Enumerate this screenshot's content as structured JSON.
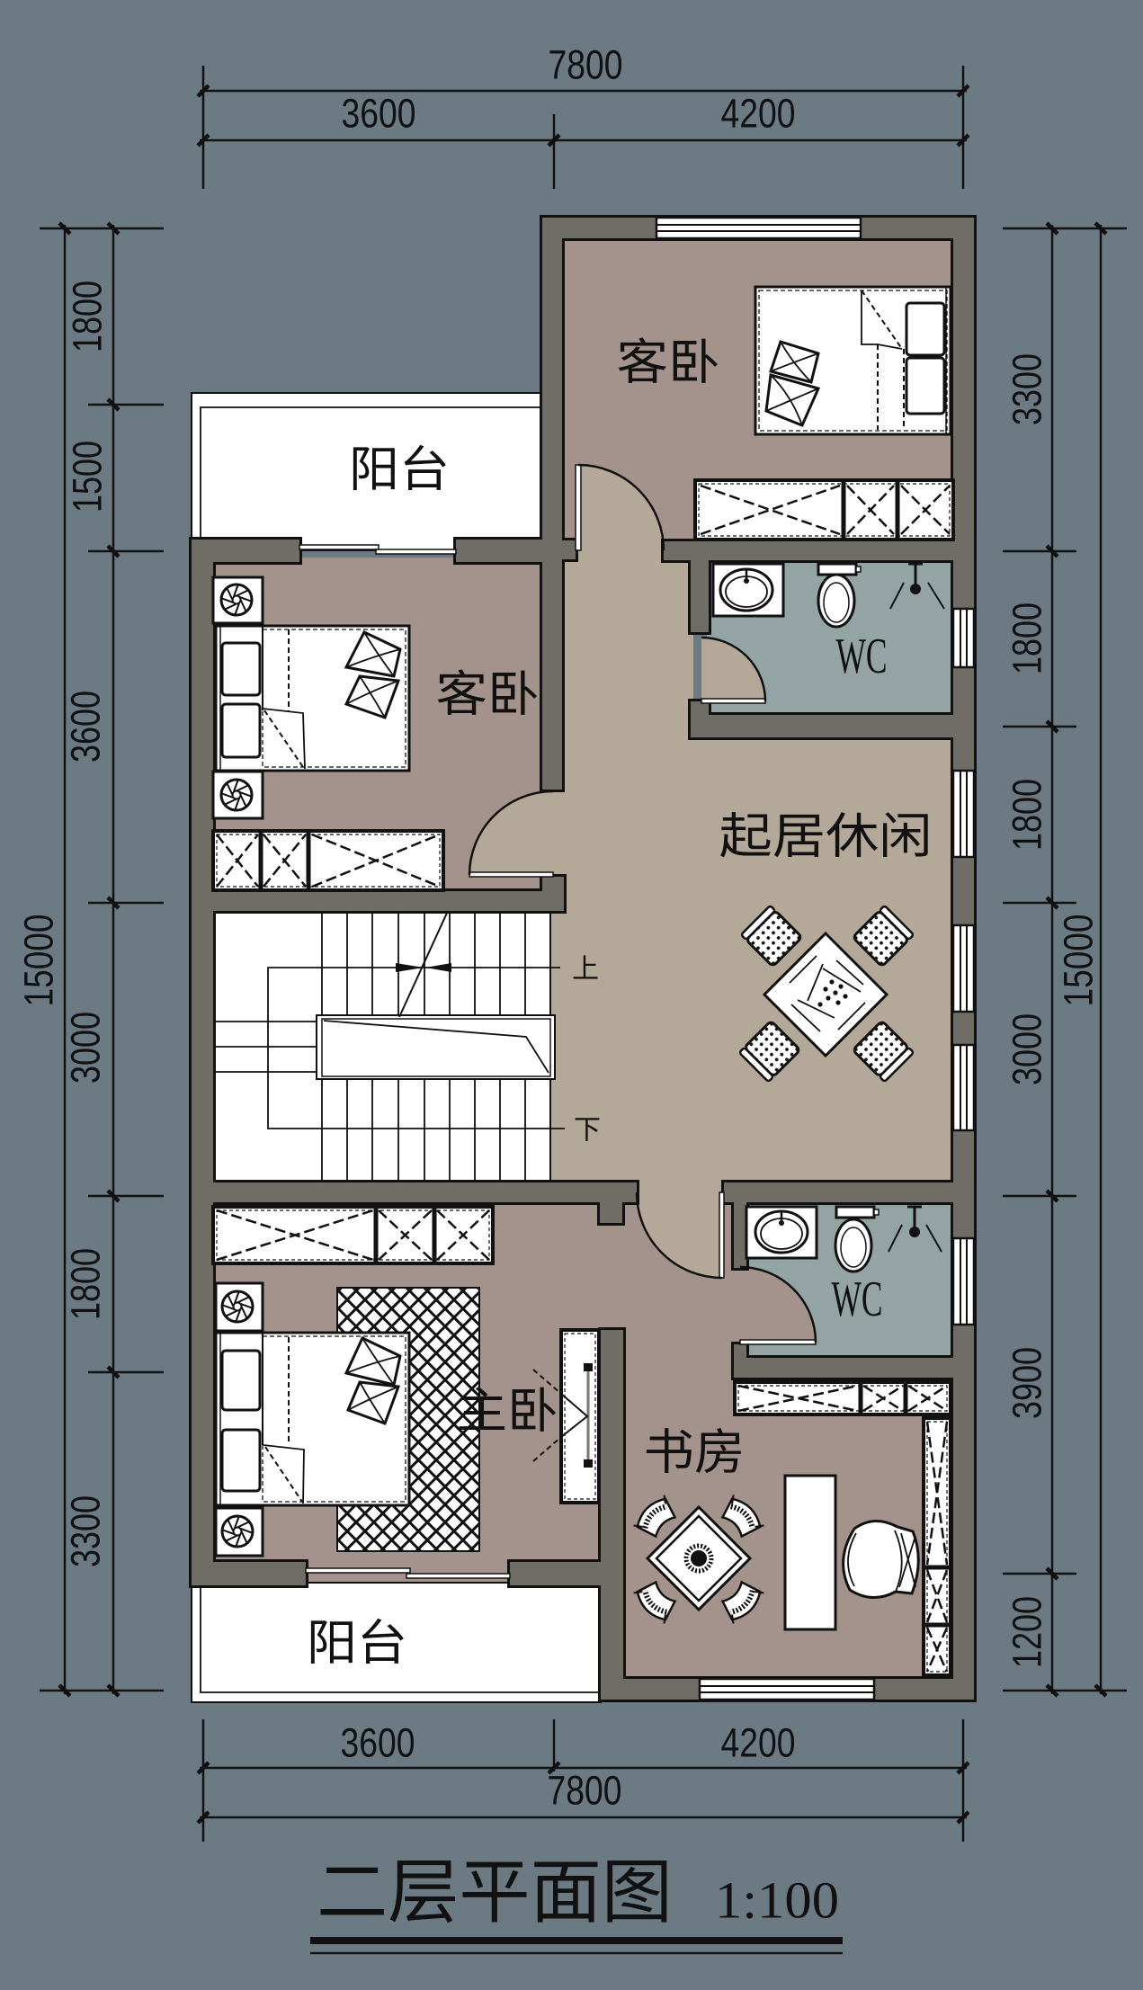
{
  "drawing": {
    "title": "二层平面图",
    "scale": "1:100"
  },
  "labels": {
    "guest_bedroom_north": "客卧",
    "balcony_north": "阳台",
    "guest_bedroom_west": "客卧",
    "wc_upper": "WC",
    "living_lounge": "起居休闲",
    "stair_up": "上",
    "stair_down": "下",
    "wc_lower": "WC",
    "master_bedroom": "主卧",
    "study": "书房",
    "balcony_south": "阳台"
  },
  "dimensions": {
    "top": {
      "total": "7800",
      "segments": [
        "3600",
        "4200"
      ]
    },
    "bottom": {
      "segments": [
        "3600",
        "4200"
      ],
      "total": "7800"
    },
    "left": {
      "segments": [
        "1800",
        "1500",
        "3600",
        "3000",
        "1800",
        "3300"
      ],
      "total": "15000"
    },
    "right": {
      "segments": [
        "3300",
        "1800",
        "1800",
        "3000",
        "3900",
        "1200"
      ],
      "total": "15000"
    }
  },
  "symbols": [
    "bed",
    "nightstand-lamp",
    "wardrobe",
    "door-swing",
    "window",
    "sliding-door",
    "stair",
    "mahjong-table",
    "chair",
    "washbasin",
    "toilet",
    "shower",
    "rug",
    "tv-cabinet",
    "desk",
    "armchair",
    "tea-table"
  ],
  "colors": {
    "background": "#6c7a84",
    "wall": "#706d67",
    "room_floor": "#a4928c",
    "hall_floor": "#b4a999",
    "wc_floor": "#94a3a3",
    "paper": "#ffffff",
    "ink": "#111111"
  }
}
